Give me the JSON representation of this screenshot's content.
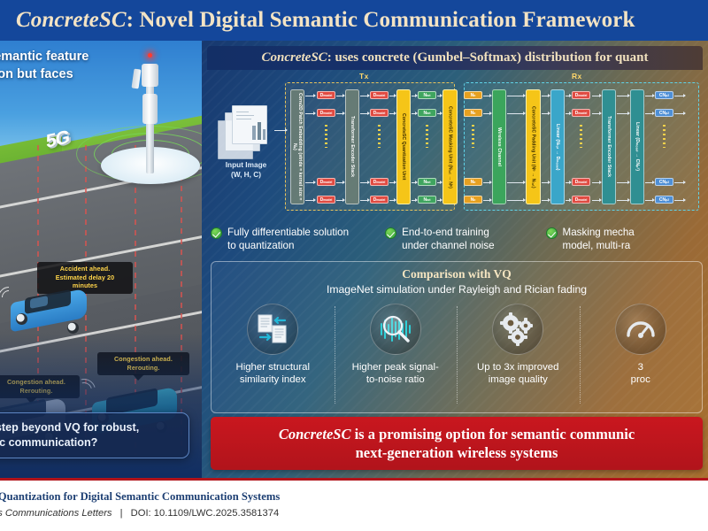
{
  "title": {
    "emphasis": "ConcreteSC",
    "rest": ": Novel Digital Semantic Communication Framework"
  },
  "left_panel": {
    "headline": "...bles semantic feature\n...smission but faces\n...ges",
    "tower_label": "5G",
    "bubbles": [
      "Accident ahead.\nEstimated delay 20 minutes",
      "Congestion ahead.\nRerouting.",
      "Congestion ahead.\nRerouting."
    ],
    "question": "...next step beyond VQ for robust,\n...mantic communication?"
  },
  "main": {
    "subtitle_emphasis": "ConcreteSC",
    "subtitle_rest": ": uses concrete (Gumbel–Softmax) distribution for quant",
    "diagram": {
      "tx_label": "Tx",
      "rx_label": "Rx",
      "input_label": "Input Image\n(W, H, C)",
      "tx_blocks": [
        "Conv2D Patch Embedding\n(stride = kernel size = Nₚ)",
        "Transformer Encoder Stack",
        "ConcreteSC Quantization Unit",
        "ConcreteSC Masking Unit\n(Nₜₒₜ → Nᵇ)"
      ],
      "channel_block": "Wireless Channel",
      "rx_blocks": [
        "ConcreteSC Padding Unit\n(Nᵇ → Nₜₒₜ)",
        "Linear\n(Nₜₒₜ → Dₘₒₔₑₗ)",
        "Transformer Encoder Stack",
        "Linear\n(Dₘₒₔₑₗ → CNₚ²)"
      ],
      "token_tx_embed": "D",
      "token_tx_embed_sub": "model",
      "token_quant": "N",
      "token_quant_sub": "tot",
      "token_mask": "N",
      "token_mask_sub": "b",
      "token_rx_lin": "D",
      "token_rx_lin_sub": "model",
      "token_out": "CN",
      "token_out_sub": "p",
      "token_out_sup": "2"
    },
    "features": [
      "Fully differentiable solution\nto quantization",
      "End-to-end training\nunder channel noise",
      "Masking mecha\nmodel, multi-ra"
    ],
    "comparison": {
      "title": "Comparison with VQ",
      "subtitle": "ImageNet simulation under Rayleigh and Rician fading",
      "items": [
        {
          "icon": "document-compare-icon",
          "label": "Higher structural\nsimilarity index"
        },
        {
          "icon": "signal-magnifier-icon",
          "label": "Higher peak signal-\nto-noise ratio"
        },
        {
          "icon": "gears-icon",
          "label": "Up to 3x improved\nimage quality"
        },
        {
          "icon": "speed-icon",
          "label": "3\nproc"
        }
      ]
    },
    "banner": {
      "emphasis": "ConcreteSC",
      "rest": " is a promising option for semantic communic\nnext-generation wireless systems"
    }
  },
  "footer": {
    "title": "...Rate Quantization for Digital Semantic Communication Systems",
    "journal": "Wireless Communications Letters",
    "separator": "|",
    "doi": "DOI: 10.1109/LWC.2025.3581374"
  },
  "colors": {
    "title_bg": "#14479b",
    "title_text": "#f3e3c4",
    "banner_red": "#c9171f",
    "accent_yellow": "#f5c518",
    "footer_accent": "#b1141b"
  }
}
